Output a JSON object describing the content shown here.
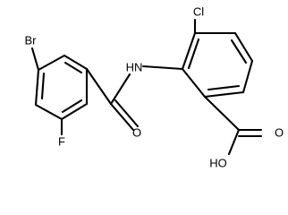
{
  "structure": {
    "atoms": {
      "bromine": "Br",
      "fluorine": "F",
      "chlorine": "Cl",
      "amide_nitrogen": "HN",
      "amide_oxygen": "O",
      "acid_carbonyl_oxygen": "O",
      "acid_hydroxyl": "HO"
    }
  }
}
